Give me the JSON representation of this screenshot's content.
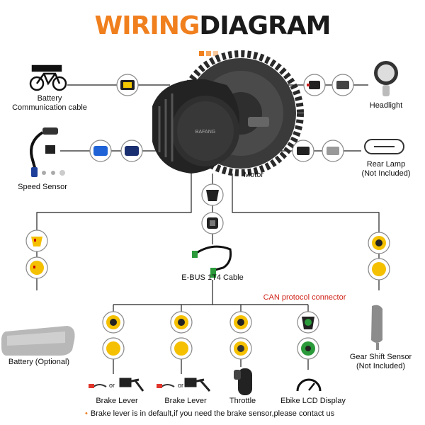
{
  "title": {
    "part1": "WIRING",
    "part2": "DIAGRAM"
  },
  "accent_colors": [
    "#f07f1e",
    "#f7a55a",
    "#f9c89b"
  ],
  "labels": {
    "battery_comm_1": "Battery",
    "battery_comm_2": "Communication cable",
    "headlight": "Headlight",
    "speed_sensor": "Speed Sensor",
    "rear_lamp_1": "Rear Lamp",
    "rear_lamp_2": "(Not Included)",
    "motor": "Motor",
    "motor_brand": "BAFANG",
    "ebus": "E-BUS 1T4 Cable",
    "can": "CAN  protocol connector",
    "battery_opt": "Battery (Optional)",
    "gear_1": "Gear Shift Sensor",
    "gear_2": "(Not Included)",
    "brake_left": "Brake Lever",
    "brake_right": "Brake Lever",
    "throttle": "Throttle",
    "display": "Ebike LCD Display",
    "or_1": "or",
    "or_2": "or"
  },
  "note": "Brake lever is in default,if you need the brake sensor,please contact us"
}
